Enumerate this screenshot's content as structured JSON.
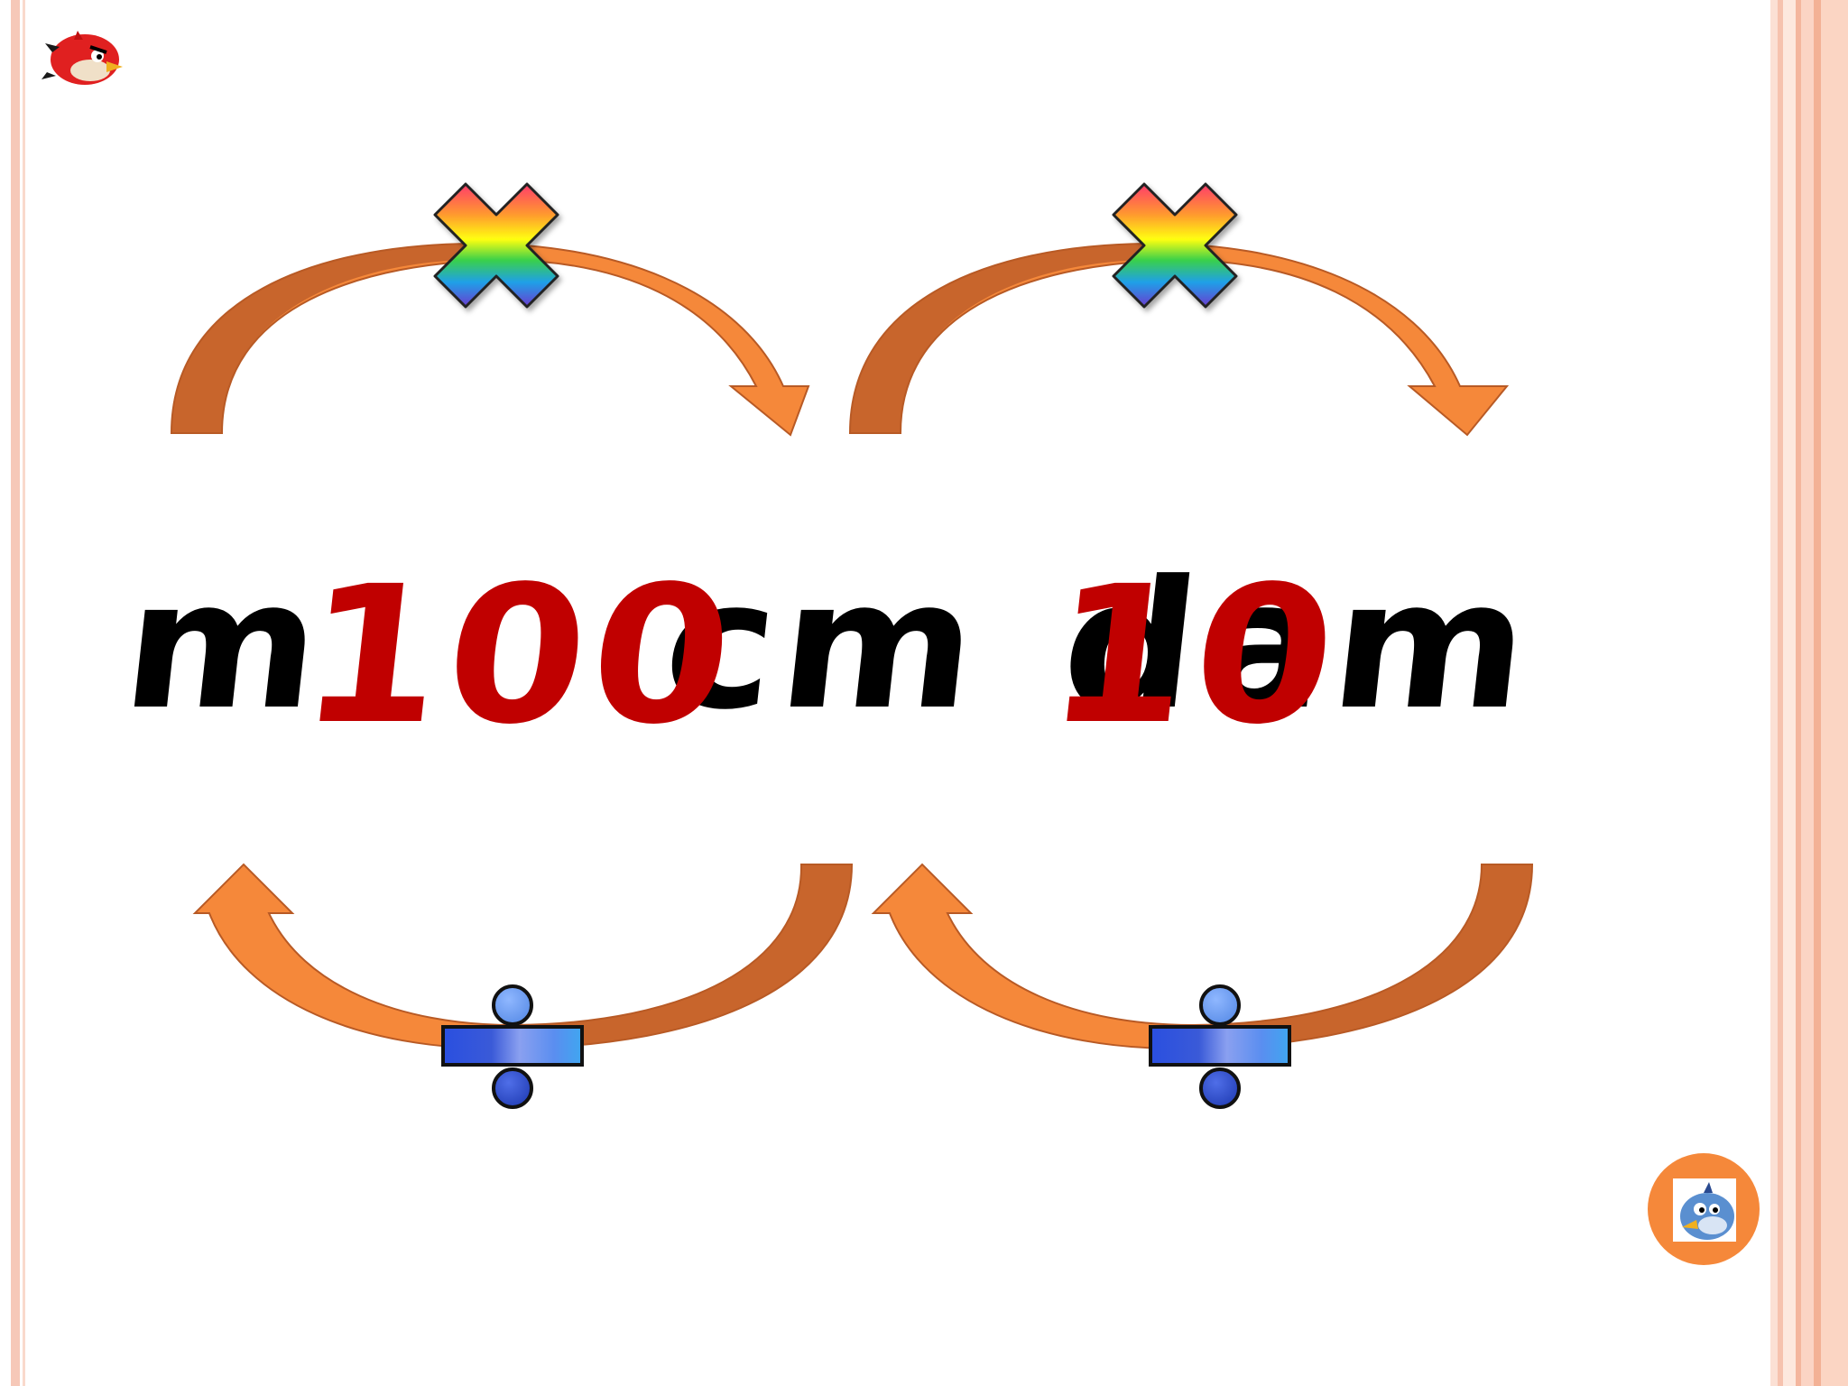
{
  "slide": {
    "left_group": {
      "unit_from": "m",
      "unit_to": "cm",
      "factor": "100",
      "top_operation_icon": "multiply-icon",
      "bottom_operation_icon": "divide-icon"
    },
    "right_group": {
      "unit_from": "dam",
      "factor": "10",
      "top_operation_icon": "multiply-icon",
      "bottom_operation_icon": "divide-icon"
    },
    "decorations": {
      "top_left": "red-bird-icon",
      "bottom_right": "blue-bird-button-icon"
    }
  },
  "colors": {
    "arrow_dark": "#c8652c",
    "arrow_light": "#f5883a",
    "factor_text": "#c00000",
    "unit_text": "#000000",
    "divide_blue": "#3b6ee0",
    "frame_pink": "#f6c8b8"
  }
}
